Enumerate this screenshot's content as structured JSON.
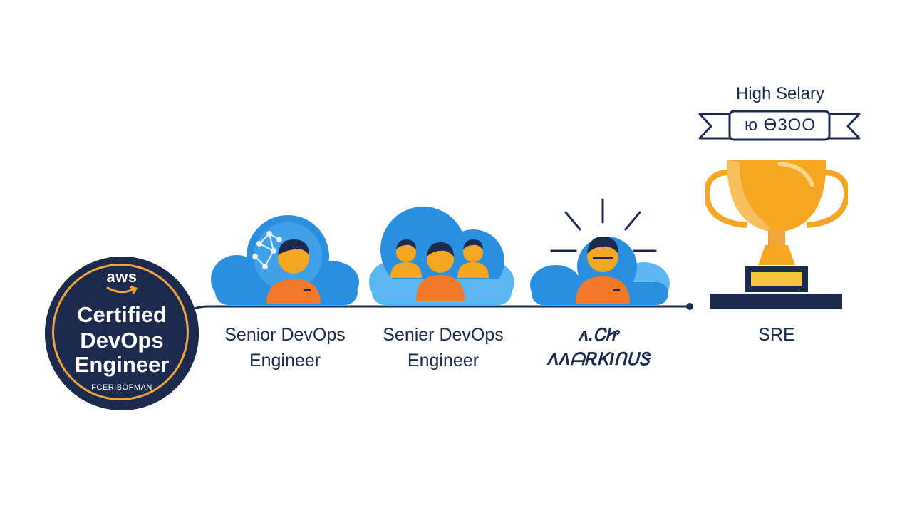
{
  "badge": {
    "brand": "aws",
    "line1": "Certified",
    "line2": "DevOps",
    "line3": "Engineer",
    "subtext": "FCERIBOFMAN"
  },
  "stages": [
    {
      "line1": "Senior DevOps",
      "line2": "Engineer"
    },
    {
      "line1": "Senier DevOps",
      "line2": "Engineer"
    },
    {
      "line1": "ʌ.ᏟᏥ",
      "line2": "ɅɅᗩᎡᏦIᑎᑌᏕ"
    },
    {
      "line1": "SRE",
      "line2": ""
    }
  ],
  "salary": {
    "title": "High Selary",
    "value": "ю Ɵ3OO"
  },
  "colors": {
    "navy": "#1c2a4d",
    "cloud_blue": "#2b8fe0",
    "cloud_light": "#5bb7f2",
    "orange": "#f07a2a",
    "gold": "#f5a623",
    "trophy_light": "#f9c56b"
  },
  "icons": [
    "cloud-icon",
    "person-icon",
    "team-icon",
    "trophy-icon",
    "ribbon-icon",
    "circuit-icon"
  ]
}
